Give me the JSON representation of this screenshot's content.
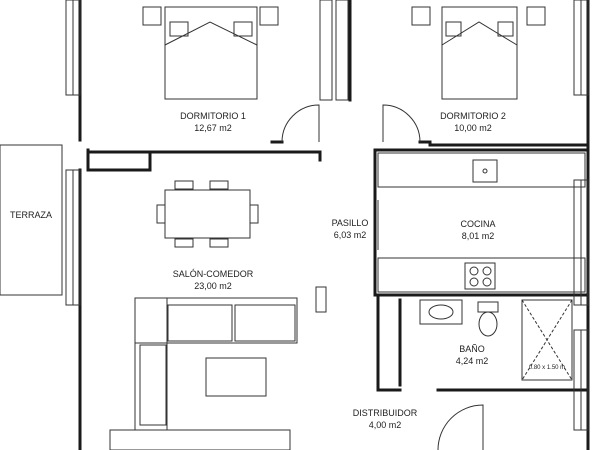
{
  "rooms": {
    "dormitorio1": {
      "name": "DORMITORIO 1",
      "area": "12,67 m2"
    },
    "dormitorio2": {
      "name": "DORMITORIO 2",
      "area": "10,00 m2"
    },
    "terraza": {
      "name": "TERRAZA"
    },
    "pasillo": {
      "name": "PASILLO",
      "area": "6,03 m2"
    },
    "cocina": {
      "name": "COCINA",
      "area": "8,01 m2"
    },
    "salon": {
      "name": "SALÓN-COMEDOR",
      "area": "23,00 m2"
    },
    "bano": {
      "name": "BAÑO",
      "area": "4,24 m2"
    },
    "distribuidor": {
      "name": "DISTRIBUIDOR",
      "area": "4,00 m2"
    }
  },
  "shower": {
    "label": "0.80 x 1.50 m"
  },
  "colors": {
    "wall": "#1a1a1a",
    "line": "#333333",
    "background": "#ffffff"
  }
}
